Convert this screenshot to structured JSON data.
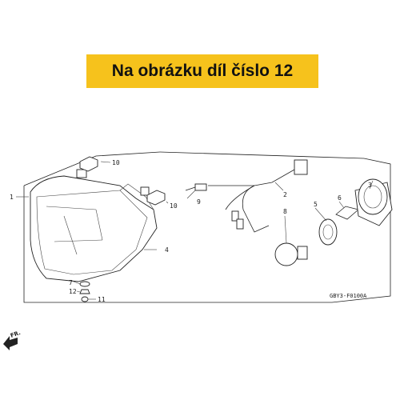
{
  "banner": {
    "text": "Na obrázku díl číslo 12"
  },
  "diagram": {
    "callouts": [
      "1",
      "2",
      "3",
      "4",
      "5",
      "6",
      "7",
      "8",
      "9",
      "10",
      "10",
      "11",
      "12"
    ],
    "drawing_code": "GBY3-F0100A",
    "direction_label": "FR."
  },
  "colors": {
    "banner": "#f6c21c",
    "line": "#222222",
    "background": "#ffffff"
  }
}
